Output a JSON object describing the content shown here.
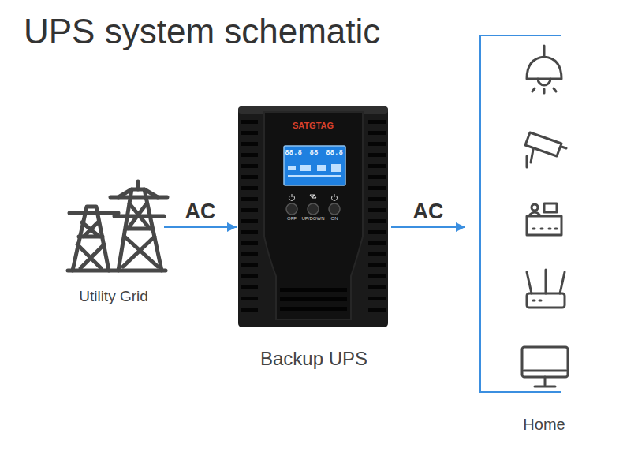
{
  "diagram": {
    "title": "UPS system schematic",
    "nodes": [
      {
        "text": [
          "Utility Grid"
        ]
      },
      {
        "text": [
          "Backup UPS"
        ]
      },
      {
        "text": [
          "Home"
        ]
      }
    ],
    "edges": [
      {
        "from": 0,
        "to": 1,
        "label": "AC",
        "arrow": "to"
      },
      {
        "from": 1,
        "to": 2,
        "label": "AC",
        "arrow": "to"
      }
    ],
    "labels": [
      "SATGTAG",
      "88.8",
      "88",
      "88.8",
      "OFF",
      "UP/DOWN",
      "ON"
    ]
  }
}
